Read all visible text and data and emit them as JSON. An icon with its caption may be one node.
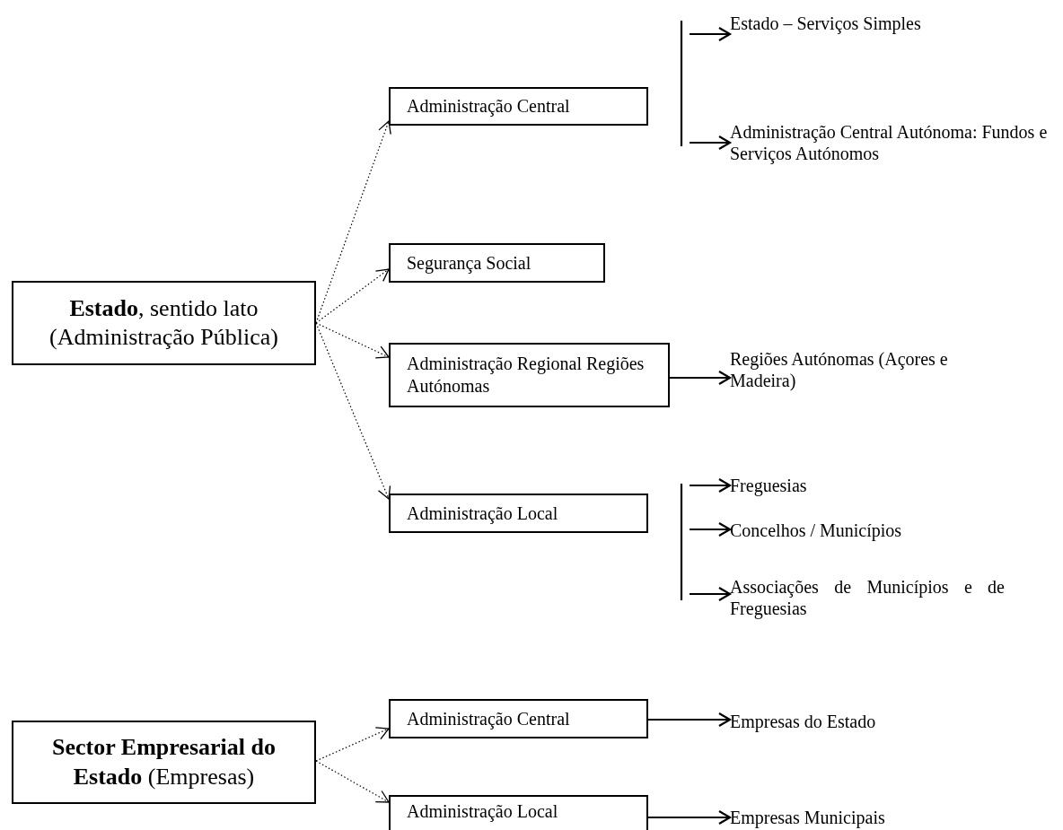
{
  "diagram": {
    "nodes": [
      {
        "text": [
          "**Estado**, sentido lato (Administração Pública)"
        ]
      },
      {
        "text": [
          "Administração Central"
        ]
      },
      {
        "text": [
          "Segurança Social"
        ]
      },
      {
        "text": [
          "Administração Regional Regiões Autónomas"
        ]
      },
      {
        "text": [
          "Administração Local"
        ]
      },
      {
        "text": [
          "Estado – Serviços Simples"
        ]
      },
      {
        "text": [
          "Administração Central Autónoma: Fundos e Serviços Autónomos"
        ]
      },
      {
        "text": [
          "Regiões Autónomas (Açores e Madeira)"
        ]
      },
      {
        "text": [
          "Freguesias"
        ]
      },
      {
        "text": [
          "Concelhos / Municípios"
        ]
      },
      {
        "text": [
          "Associações de Municípios e de Freguesias"
        ]
      },
      {
        "text": [
          "**Sector Empresarial do Estado** (Empresas)"
        ]
      },
      {
        "text": [
          "Administração Central"
        ]
      },
      {
        "text": [
          "Administração Local"
        ]
      },
      {
        "text": [
          "Empresas do Estado"
        ]
      },
      {
        "text": [
          "Empresas Municipais"
        ]
      }
    ],
    "edges": [
      {
        "from": 0,
        "to": 1,
        "arrow": "to",
        "style": "dashed"
      },
      {
        "from": 0,
        "to": 2,
        "arrow": "to",
        "style": "dashed"
      },
      {
        "from": 0,
        "to": 3,
        "arrow": "to",
        "style": "dashed"
      },
      {
        "from": 0,
        "to": 4,
        "arrow": "to",
        "style": "dashed"
      },
      {
        "from": null,
        "to": 5,
        "arrow": "to"
      },
      {
        "from": null,
        "to": 6,
        "arrow": "to"
      },
      {
        "from": 3,
        "to": 7,
        "arrow": "to"
      },
      {
        "from": null,
        "to": 8,
        "arrow": "to"
      },
      {
        "from": null,
        "to": 9,
        "arrow": "to"
      },
      {
        "from": null,
        "to": 10,
        "arrow": "to"
      },
      {
        "from": 11,
        "to": 12,
        "arrow": "to",
        "style": "dashed"
      },
      {
        "from": 11,
        "to": 13,
        "arrow": "to",
        "style": "dashed"
      },
      {
        "from": 12,
        "to": 14,
        "arrow": "to"
      },
      {
        "from": 13,
        "to": 15,
        "arrow": "to"
      }
    ]
  }
}
